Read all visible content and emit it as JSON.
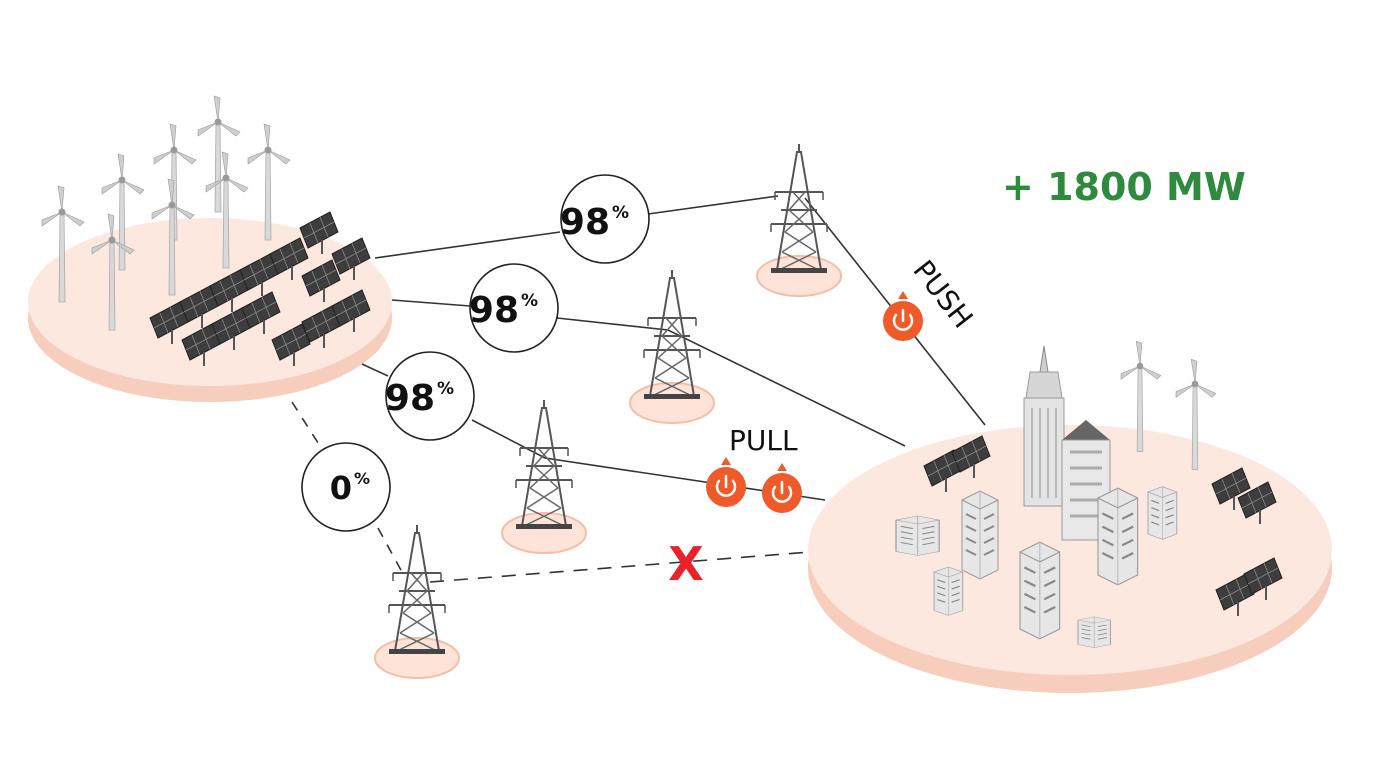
{
  "capacity": {
    "text": "+ 1800 MW",
    "color": "#2e8b3e"
  },
  "efficiency": [
    {
      "value": "98",
      "unit": "%"
    },
    {
      "value": "98",
      "unit": "%"
    },
    {
      "value": "98",
      "unit": "%"
    },
    {
      "value": "0",
      "unit": "%"
    }
  ],
  "flow_labels": {
    "push": "PUSH",
    "pull": "PULL"
  },
  "failure": {
    "mark": "X",
    "color": "#e8232b"
  },
  "colors": {
    "platform": "#fde8df",
    "platform_edge": "#f6c7b3",
    "switch": "#ee5a2a",
    "line": "#333333"
  },
  "icons": {
    "wind_turbine": "wind-turbine-icon",
    "solar_panel": "solar-panel-icon",
    "pylon": "transmission-tower-icon",
    "switch": "power-switch-icon",
    "building": "building-icon"
  }
}
